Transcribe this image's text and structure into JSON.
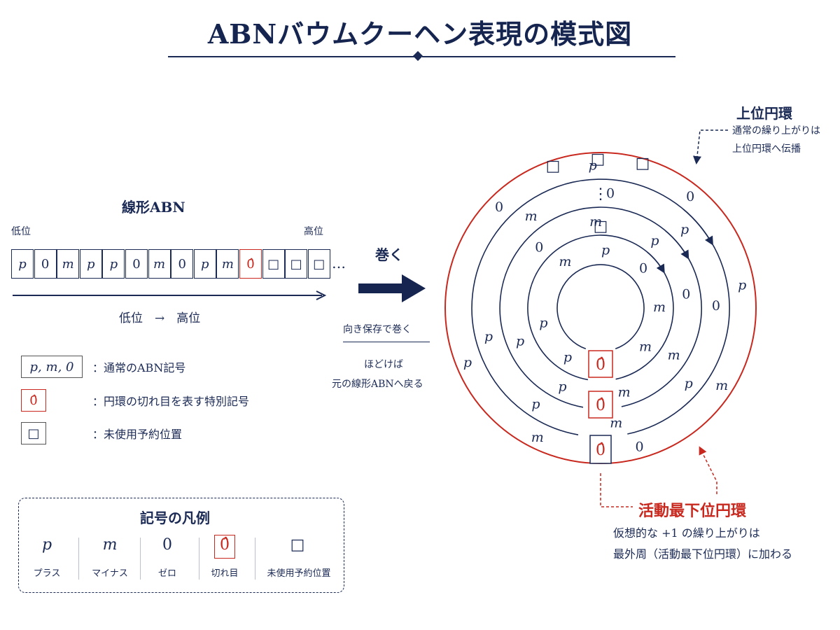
{
  "title": "ABNバウムクーヘン表現の模式図",
  "linear": {
    "heading": "線形ABN",
    "low_label": "低位",
    "high_label": "高位",
    "cells": [
      "p",
      "0",
      "m",
      "p",
      "p",
      "0",
      "m",
      "0",
      "p",
      "m",
      "0̂",
      "□",
      "□",
      "□"
    ],
    "ellipsis": "…",
    "axis_label": "低位　→　高位"
  },
  "transform": {
    "action": "巻く",
    "note_top": "向き保存で巻く",
    "note_bottom_1": "ほどけば",
    "note_bottom_2": "元の線形ABNへ戻る"
  },
  "key": [
    {
      "symbol": "p, m, 0",
      "text": "：通常のABN記号"
    },
    {
      "symbol": "0̂",
      "text": "：円環の切れ目を表す特別記号"
    },
    {
      "symbol": "□",
      "text": "：未使用予約位置"
    }
  ],
  "legend": {
    "heading": "記号の凡例",
    "items": [
      {
        "symbol": "p",
        "name": "プラス"
      },
      {
        "symbol": "m",
        "name": "マイナス"
      },
      {
        "symbol": "0",
        "name": "ゼロ"
      },
      {
        "symbol": "0̂",
        "name": "切れ目"
      },
      {
        "symbol": "□",
        "name": "未使用予約位置"
      }
    ]
  },
  "upper_ring": {
    "heading": "上位円環",
    "line1": "通常の繰り上がりは",
    "line2": "上位円環へ伝播"
  },
  "active_ring": {
    "heading": "活動最下位円環",
    "line1": "仮想的な +1 の繰り上がりは",
    "line2": "最外周（活動最下位円環）に加わる"
  },
  "diagram": {
    "outer_marker": "0̂",
    "rings": [
      {
        "symbols": [
          "0",
          "p",
          "0",
          "p",
          "m",
          "0",
          "m",
          "p"
        ]
      },
      {
        "symbols": [
          "m",
          "0",
          "p",
          "0",
          "p",
          "m",
          "p",
          "p"
        ]
      },
      {
        "symbols": [
          "0",
          "m",
          "p",
          "0",
          "m",
          "m",
          "p",
          "p"
        ]
      },
      {
        "symbols": [
          "m",
          "p",
          "0",
          "m",
          "m",
          "0",
          "p",
          "p"
        ]
      }
    ],
    "dots": "⋮",
    "reserved": [
      "□",
      "□",
      "□",
      "□"
    ],
    "colors": {
      "navy": "#1b2a55",
      "red": "#c8281e"
    }
  }
}
